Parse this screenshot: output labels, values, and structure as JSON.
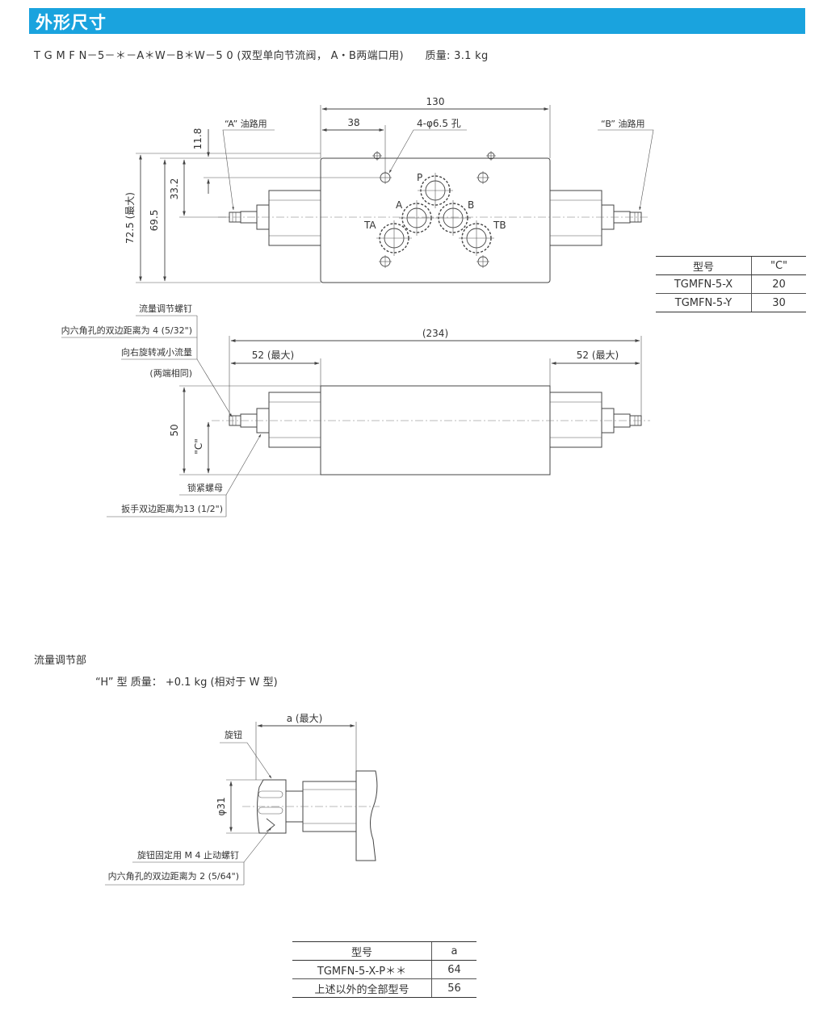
{
  "header": {
    "title": "外形尺寸"
  },
  "model_line": "T G M F N－5－＊－A＊W－B＊W－5 0 (双型单向节流阀， A・B两端口用)　　质量: 3.1 kg",
  "top_view": {
    "dims": {
      "overall_width": "130",
      "to_hole": "38",
      "holes": "4-φ6.5 孔",
      "height_max": "72.5 (最大)",
      "height": "69.5",
      "offset1": "33.2",
      "offset2": "11.8"
    },
    "ports": {
      "p": "P",
      "a": "A",
      "b": "B",
      "ta": "TA",
      "tb": "TB"
    },
    "callout_a": "“A” 油路用",
    "callout_b": "“B” 油路用"
  },
  "table_c": {
    "headers": [
      "型号",
      "\"C\""
    ],
    "rows": [
      [
        "TGMFN-5-X",
        "20"
      ],
      [
        "TGMFN-5-Y",
        "30"
      ]
    ]
  },
  "front_view": {
    "dims": {
      "overall": "(234)",
      "left_max": "52 (最大)",
      "right_max": "52 (最大)",
      "height": "50",
      "c": "\"C\""
    },
    "notes": {
      "screw": "流量调节螺钉",
      "hex": "内六角孔的双边距离为 4 (5/32\")",
      "rotate": "向右旋转减小流量",
      "both": "(两端相同)",
      "locknut": "锁紧螺母",
      "wrench": "扳手双边距离为13 (1/2\")"
    }
  },
  "flow_section": {
    "label": "流量调节部",
    "h_type": "“H” 型  质量： +0.1 kg  (相对于 W 型)",
    "dims": {
      "a_max": "a (最大)",
      "dia": "φ31"
    },
    "notes": {
      "knob": "旋钮",
      "setscrew": "旋钮固定用 M 4 止动螺钉",
      "hex2": "内六角孔的双边距离为 2 (5/64\")"
    }
  },
  "table_a": {
    "headers": [
      "型号",
      "a"
    ],
    "rows": [
      [
        "TGMFN-5-X-P＊＊",
        "64"
      ],
      [
        "上述以外的全部型号",
        "56"
      ]
    ]
  }
}
